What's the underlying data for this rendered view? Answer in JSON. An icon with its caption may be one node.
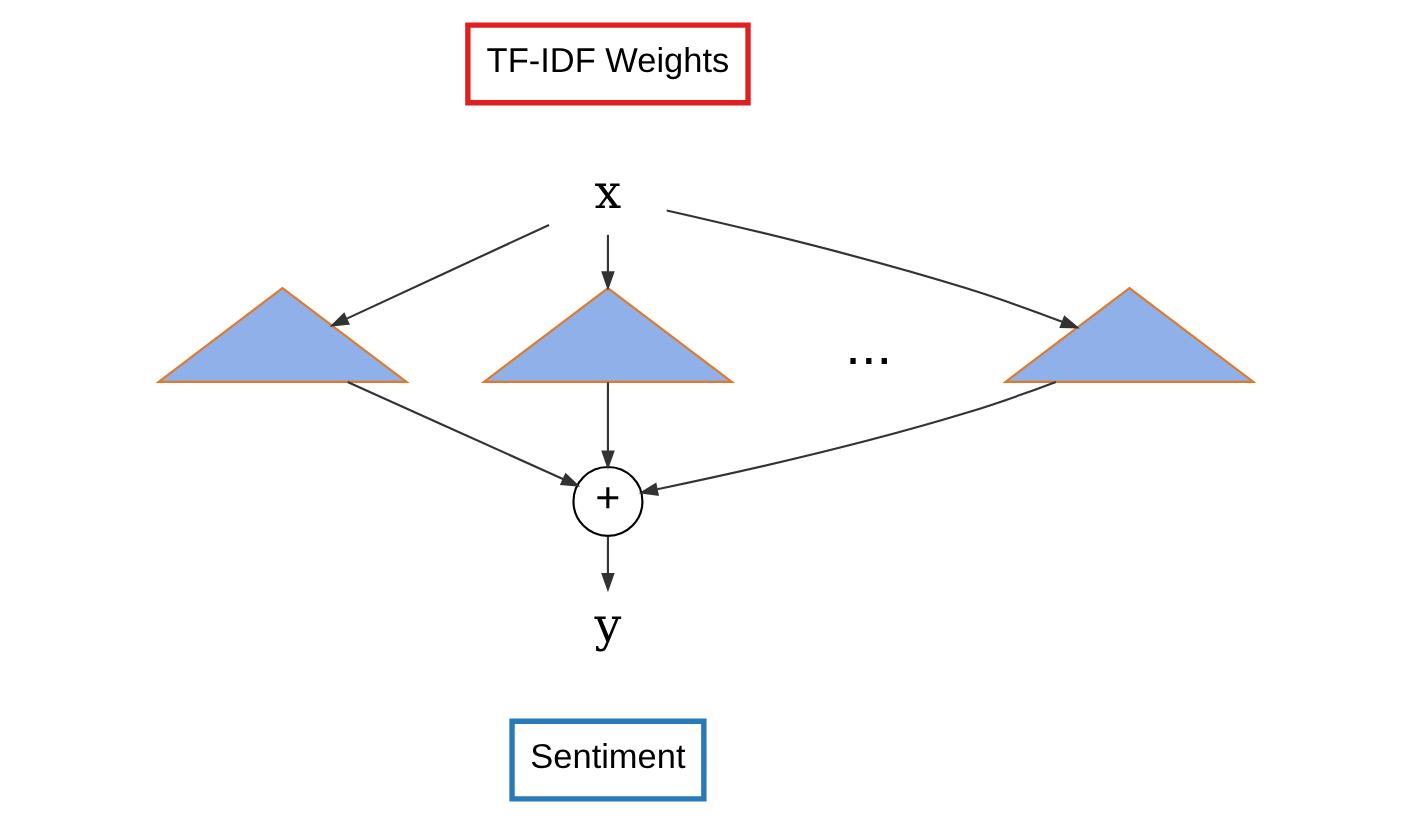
{
  "diagram": {
    "nodes": [
      {
        "text": [
          "TF-IDF Weights"
        ]
      },
      {
        "text": [
          "x"
        ]
      },
      {
        "text": [],
        "shape": "tree"
      },
      {
        "text": [],
        "shape": "tree"
      },
      {
        "text": [],
        "shape": "tree"
      },
      {
        "text": [
          "+"
        ]
      },
      {
        "text": [
          "y"
        ]
      },
      {
        "text": [
          "Sentiment"
        ]
      }
    ],
    "edges": [
      {
        "from": 1,
        "to": 2,
        "arrow": "to"
      },
      {
        "from": 1,
        "to": 3,
        "arrow": "to"
      },
      {
        "from": 1,
        "to": 4,
        "arrow": "to"
      },
      {
        "from": 2,
        "to": 5,
        "arrow": "to"
      },
      {
        "from": 3,
        "to": 5,
        "arrow": "to"
      },
      {
        "from": 4,
        "to": 5,
        "arrow": "to"
      },
      {
        "from": 5,
        "to": 6,
        "arrow": "to"
      }
    ],
    "labels": [
      "..."
    ]
  }
}
